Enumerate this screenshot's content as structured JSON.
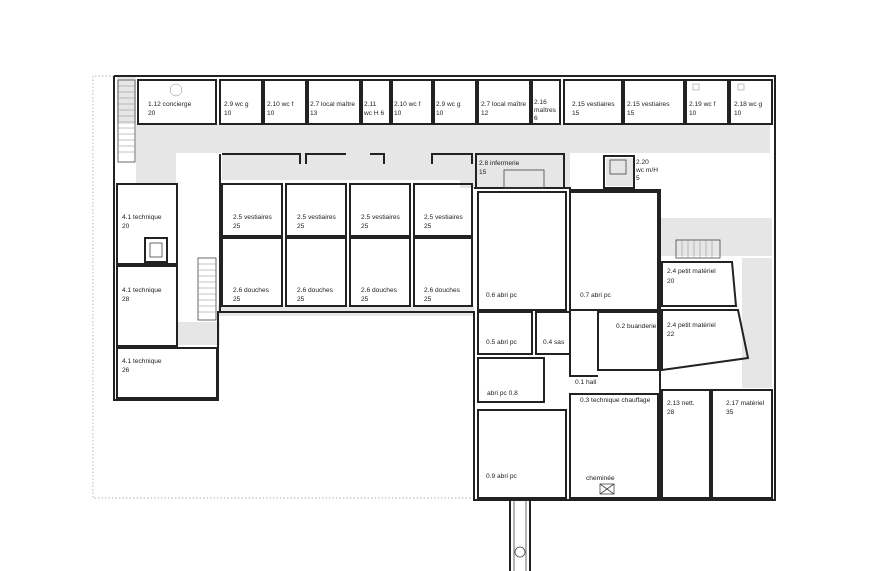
{
  "rooms": [
    {
      "code": "1.12 concierge",
      "area": "20"
    },
    {
      "code": "2.9 wc g",
      "area": "10"
    },
    {
      "code": "2.10 wc f",
      "area": "10"
    },
    {
      "code": "2.7 local maître",
      "area": "13"
    },
    {
      "code": "2.11",
      "area": "wc H 6"
    },
    {
      "code": "2.10 wc f",
      "area": "10"
    },
    {
      "code": "2.9 wc g",
      "area": "10"
    },
    {
      "code": "2.7 local maître",
      "area": "12"
    },
    {
      "code": "2.16",
      "area": "maîtres",
      "area2": "6"
    },
    {
      "code": "2.15 vestiaires",
      "area": "15"
    },
    {
      "code": "2.15 vestiaires",
      "area": "15"
    },
    {
      "code": "2.19 wc f",
      "area": "10"
    },
    {
      "code": "2.18 wc g",
      "area": "10"
    },
    {
      "code": "2.8 infermerie",
      "area": "15"
    },
    {
      "code": "2.20",
      "area": "wc m/H",
      "area2": "5"
    },
    {
      "code": "4.1 technique",
      "area": "20"
    },
    {
      "code": "4.1 technique",
      "area": "28"
    },
    {
      "code": "4.1 technique",
      "area": "26"
    },
    {
      "code": "2.5 vestiaires",
      "area": "25"
    },
    {
      "code": "2.5 vestiaires",
      "area": "25"
    },
    {
      "code": "2.5 vestiaires",
      "area": "25"
    },
    {
      "code": "2.5 vestiaires",
      "area": "25"
    },
    {
      "code": "2.6 douches",
      "area": "25"
    },
    {
      "code": "2.6 douches",
      "area": "25"
    },
    {
      "code": "2.6 douches",
      "area": "25"
    },
    {
      "code": "2.6 douches",
      "area": "25"
    },
    {
      "code": "0.6 abri pc"
    },
    {
      "code": "0.7 abri pc"
    },
    {
      "code": "0.5 abri pc"
    },
    {
      "code": "0.4 sas"
    },
    {
      "code": "0.2 buanderie"
    },
    {
      "code": "0.1 hall"
    },
    {
      "code": "abri pc 0.8"
    },
    {
      "code": "0.3 technique chauffage"
    },
    {
      "code": "0.9 abri pc"
    },
    {
      "code": "cheminée"
    },
    {
      "code": "2.4 petit matériel",
      "area": "20"
    },
    {
      "code": "2.4 petit matériel",
      "area": "22"
    },
    {
      "code": "2.13 nett.",
      "area": "28"
    },
    {
      "code": "2.17 matériel",
      "area": "35"
    }
  ]
}
